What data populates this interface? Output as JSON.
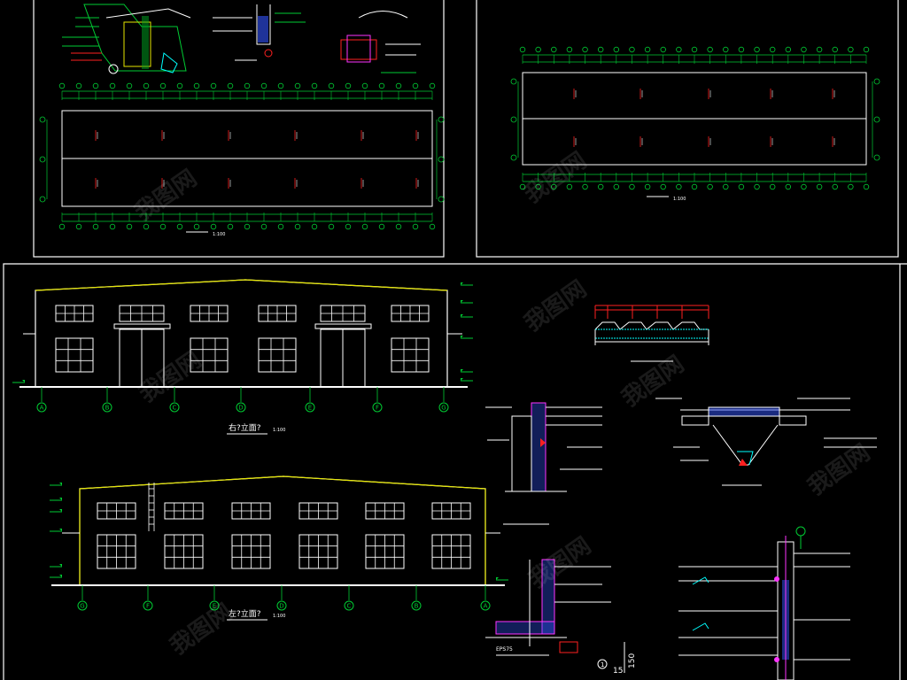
{
  "colors": {
    "background": "#000000",
    "frame": "#ffffff",
    "grid_line": "#00cc33",
    "axis_bubble": "#00cc33",
    "dimension": "#00cc33",
    "wall": "#ffffff",
    "roof_edge": "#e6e600",
    "level_mark": "#00cc33",
    "detail_red": "#ff2020",
    "detail_magenta": "#ff33ff",
    "detail_blue": "#3355ff",
    "detail_cyan": "#00ffff",
    "watermark": "#ffffff"
  },
  "drawing": {
    "right_elevation": {
      "title": "右?立面?",
      "scale": "1:100",
      "axis_labels": [
        "A",
        "B",
        "C",
        "D",
        "E",
        "F",
        "G"
      ]
    },
    "left_elevation": {
      "title": "左?立面?",
      "scale": "1:100",
      "axis_labels": [
        "G",
        "F",
        "E",
        "D",
        "C",
        "B",
        "A"
      ]
    },
    "plan_sheet_1": {
      "scale": "1:100"
    },
    "plan_sheet_2": {
      "scale": "1:100"
    },
    "detail_note": "EPS75",
    "detail_callout": "1",
    "detail_dimensions": [
      "150",
      "15"
    ]
  },
  "watermark": {
    "text": "我图网",
    "icon": "watermark-logo-icon"
  }
}
